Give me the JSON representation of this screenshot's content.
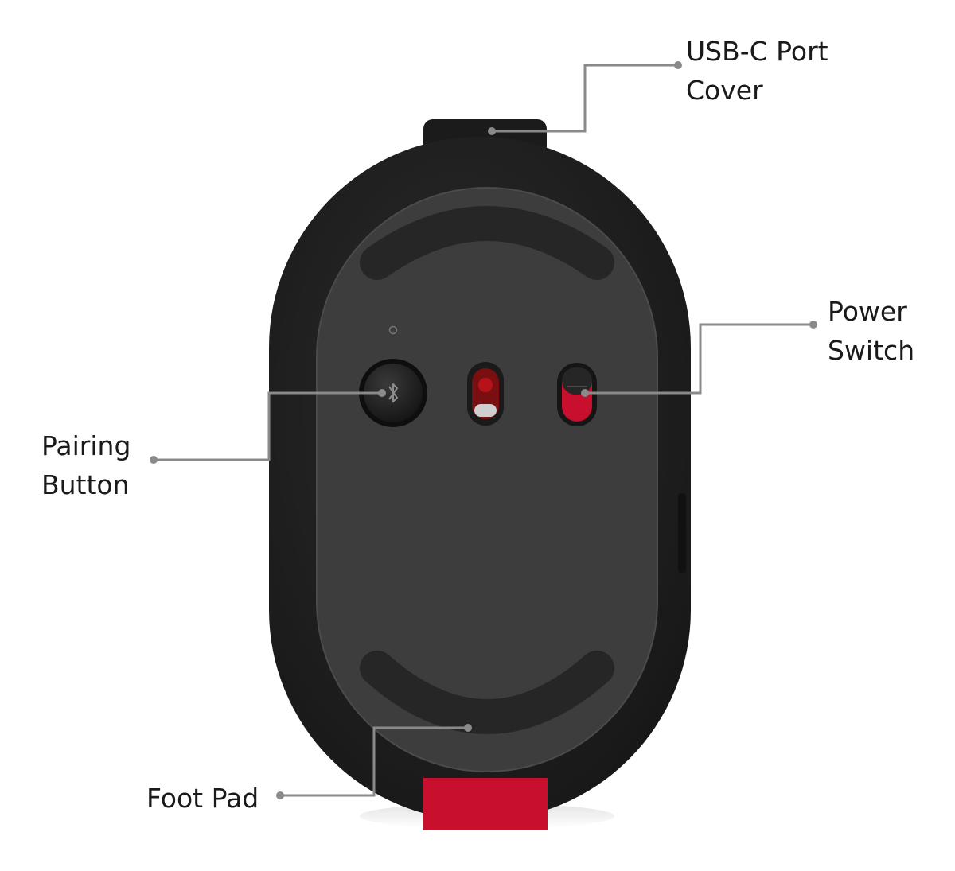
{
  "diagram": {
    "callouts": {
      "usb_c_port_cover": {
        "line1": "USB-C Port",
        "line2": "Cover"
      },
      "power_switch": {
        "line1": "Power",
        "line2": "Switch"
      },
      "pairing_button": {
        "line1": "Pairing",
        "line2": "Button"
      },
      "foot_pad": {
        "line1": "Foot Pad"
      }
    },
    "icons": {
      "pairing": "bluetooth-icon"
    },
    "colors": {
      "mouse_body": "#1e1e1e",
      "mouse_base": "#3c3c3c",
      "accent_red": "#c8102e",
      "leader_line": "#8a8a8a",
      "label_text": "#1a1a1a"
    }
  }
}
